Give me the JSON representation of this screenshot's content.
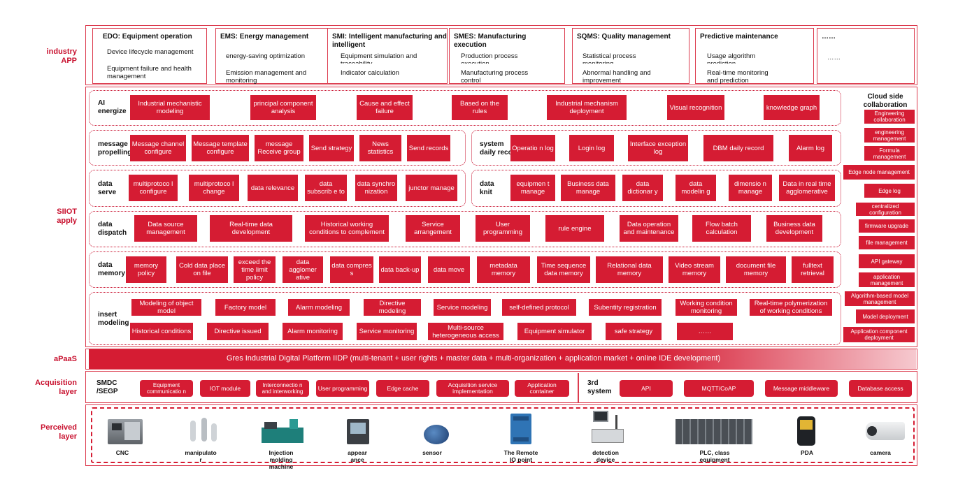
{
  "layers": {
    "industry_app": "industry\nAPP",
    "siiot": "SIIOT\napply",
    "apaas": "aPaaS",
    "acquisition": "Acquisition\nlayer",
    "perceived": "Perceived\nlayer"
  },
  "apps": [
    {
      "title": "EDO: Equipment operation",
      "items": [
        "Device lifecycle management",
        "Equipment failure and health management"
      ]
    },
    {
      "title": "EMS: Energy management",
      "items": [
        "energy-saving optimization",
        "Emission management and monitoring"
      ]
    },
    {
      "title": "SMI: Intelligent manufacturing and intelligent",
      "items": [
        "Equipment simulation and traceability",
        "Indicator calculation"
      ]
    },
    {
      "title": "SMES: Manufacturing execution",
      "items": [
        "Production process execution",
        "Manufacturing process control"
      ]
    },
    {
      "title": "SQMS: Quality management",
      "items": [
        "Statistical process monitoring",
        "Abnormal handling and improvement"
      ]
    },
    {
      "title": "Predictive maintenance",
      "items": [
        "Usage algorithm prediction",
        "Real-time monitoring and prediction"
      ]
    },
    {
      "title": "……",
      "items": [
        "……"
      ]
    }
  ],
  "ai": {
    "name": "AI energize",
    "items": [
      "Industrial mechanistic modeling",
      "principal component analysis",
      "Cause and effect failure",
      "Based on the rules",
      "Industrial mechanism deployment",
      "Visual recognition",
      "knowledge graph"
    ]
  },
  "message": {
    "name": "message propelling",
    "items": [
      "Message channel configure",
      "Message template configure",
      "message Receive group",
      "Send strategy",
      "News statistics",
      "Send records"
    ]
  },
  "system_daily": {
    "name": "system daily reco",
    "items": [
      "Operatio n log",
      "Login log",
      "Interface exception log",
      "DBM daily record",
      "Alarm log"
    ]
  },
  "data_serve": {
    "name": "data serve",
    "items": [
      "multiprotoco l configure",
      "multiprotoco l change",
      "data relevance",
      "data subscrib e to",
      "data synchro nization",
      "junctor manage"
    ]
  },
  "data_knit": {
    "name": "data knit",
    "items": [
      "equipmen t manage",
      "Business data manage",
      "data dictionar y",
      "data modelin g",
      "dimensio n manage",
      "Data in real time agglomerative"
    ]
  },
  "data_dispatch": {
    "name": "data dispatch",
    "items": [
      "Data source management",
      "Real-time data development",
      "Historical working conditions to complement",
      "Service arrangement",
      "User programming",
      "rule engine",
      "Data operation and maintenance",
      "Flow batch calculation",
      "Business data development"
    ]
  },
  "data_memory": {
    "name": "data memory",
    "items": [
      "memory policy",
      "Cold data place on file",
      "exceed the time limit policy",
      "data agglomer ative",
      "data compres s",
      "data back-up",
      "data move",
      "metadata memory",
      "Time sequence data memory",
      "Relational data memory",
      "Video stream memory",
      "document file memory",
      "fulltext retrieval"
    ]
  },
  "insert": {
    "name": "insert modeling",
    "row1": [
      "Modeling of object model",
      "Factory model",
      "Alarm modeling",
      "Directive modeling",
      "Service modeling",
      "self-defined protocol",
      "Subentity registration",
      "Working condition monitoring",
      "Real-time polymerization of working conditions"
    ],
    "row2": [
      "Historical conditions",
      "Directive issued",
      "Alarm monitoring",
      "Service monitoring",
      "Multi-source heterogeneous access",
      "Equipment simulator",
      "safe strategy",
      "……"
    ]
  },
  "cloud": {
    "title": "Cloud side collaboration",
    "items": [
      "Engineering collaboration",
      "engineering management",
      "Formula management",
      "Edge node management",
      "Edge log",
      "centralized configuration",
      "firmware upgrade",
      "file management",
      "API gateway",
      "application management",
      "Algorithm-based model management",
      "Model deployment",
      "Application component deployment"
    ]
  },
  "apaas_bar": "Gres Industrial Digital Platform IIDP (multi-tenant + user rights + master data + multi-organization + application market + online IDE development)",
  "acq_left": {
    "name": "SMDC /SEGP",
    "items": [
      "Equipment communicatio n",
      "IOT module",
      "Interconnectio n and interworking",
      "User programming",
      "Edge cache",
      "Acquisition service implementation",
      "Application container"
    ]
  },
  "acq_right": {
    "name": "3rd system",
    "items": [
      "API",
      "MQTT/CoAP",
      "Message middleware",
      "Database access"
    ]
  },
  "devices": [
    "CNC",
    "manipulato r",
    "Injection molding machine",
    "appear ance",
    "sensor",
    "The Remote IO point",
    "detection device",
    "PLC, class equipment",
    "PDA",
    "camera"
  ],
  "colors": {
    "accent": "#d51c33",
    "label": "#c8102e"
  }
}
